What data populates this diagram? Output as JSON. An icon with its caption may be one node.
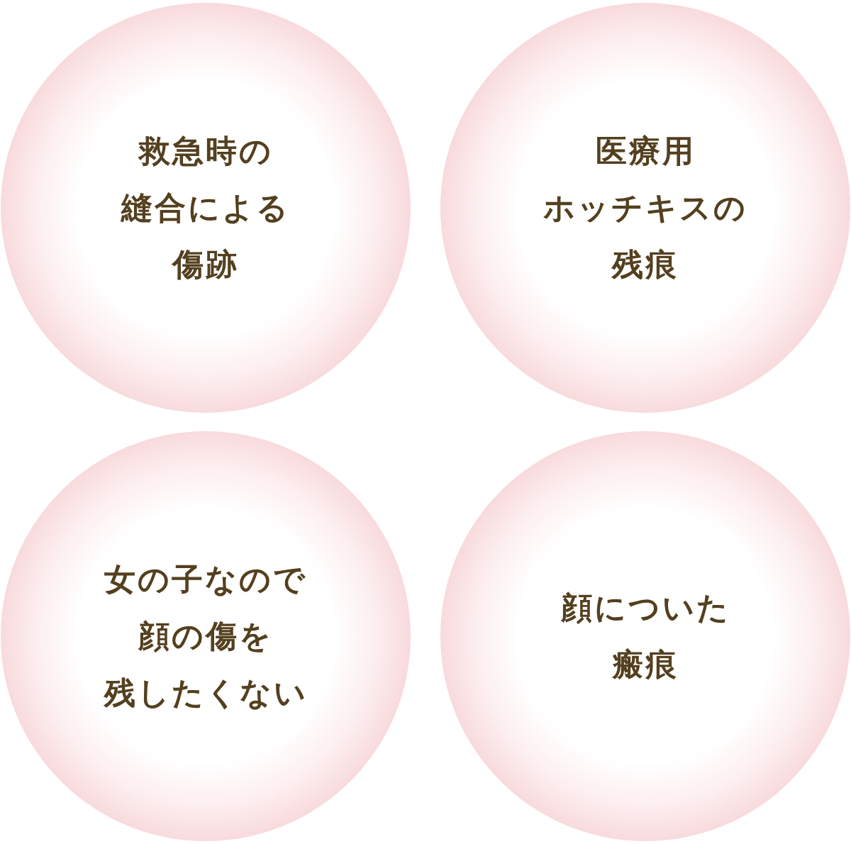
{
  "diagram": {
    "nodes": [
      {
        "text": [
          "救急時の縫合による傷跡"
        ]
      },
      {
        "text": [
          "医療用ホッチキスの残痕"
        ]
      },
      {
        "text": [
          "女の子なので顔の傷を残したくない"
        ]
      },
      {
        "text": [
          "顔についた瘢痕"
        ]
      }
    ]
  }
}
